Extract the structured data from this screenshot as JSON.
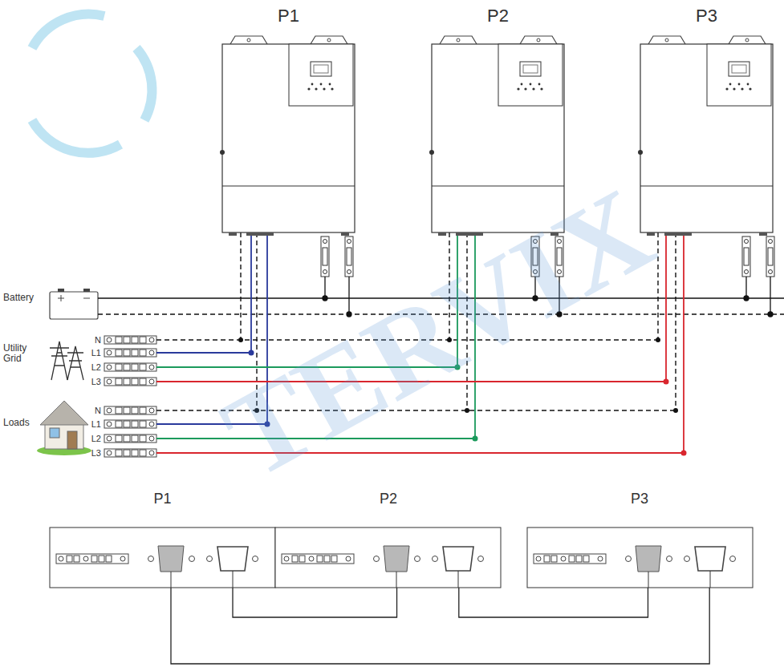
{
  "diagram": {
    "nodes": [
      {
        "text": [
          "P1"
        ]
      },
      {
        "text": [
          "P2"
        ]
      },
      {
        "text": [
          "P3"
        ]
      },
      {
        "text": [
          "P1"
        ]
      },
      {
        "text": [
          "P2"
        ]
      },
      {
        "text": [
          "P3"
        ]
      }
    ],
    "edges": [
      {
        "from": 3,
        "to": 4,
        "arrow": "none"
      },
      {
        "from": 4,
        "to": 5,
        "arrow": "none"
      },
      {
        "from": 3,
        "to": 5,
        "arrow": "none"
      }
    ],
    "labels": [
      "Battery",
      "Utility Grid",
      "N",
      "L1",
      "L2",
      "L3",
      "Loads",
      "N",
      "L1",
      "L2",
      "L3",
      "TERVIX"
    ]
  }
}
